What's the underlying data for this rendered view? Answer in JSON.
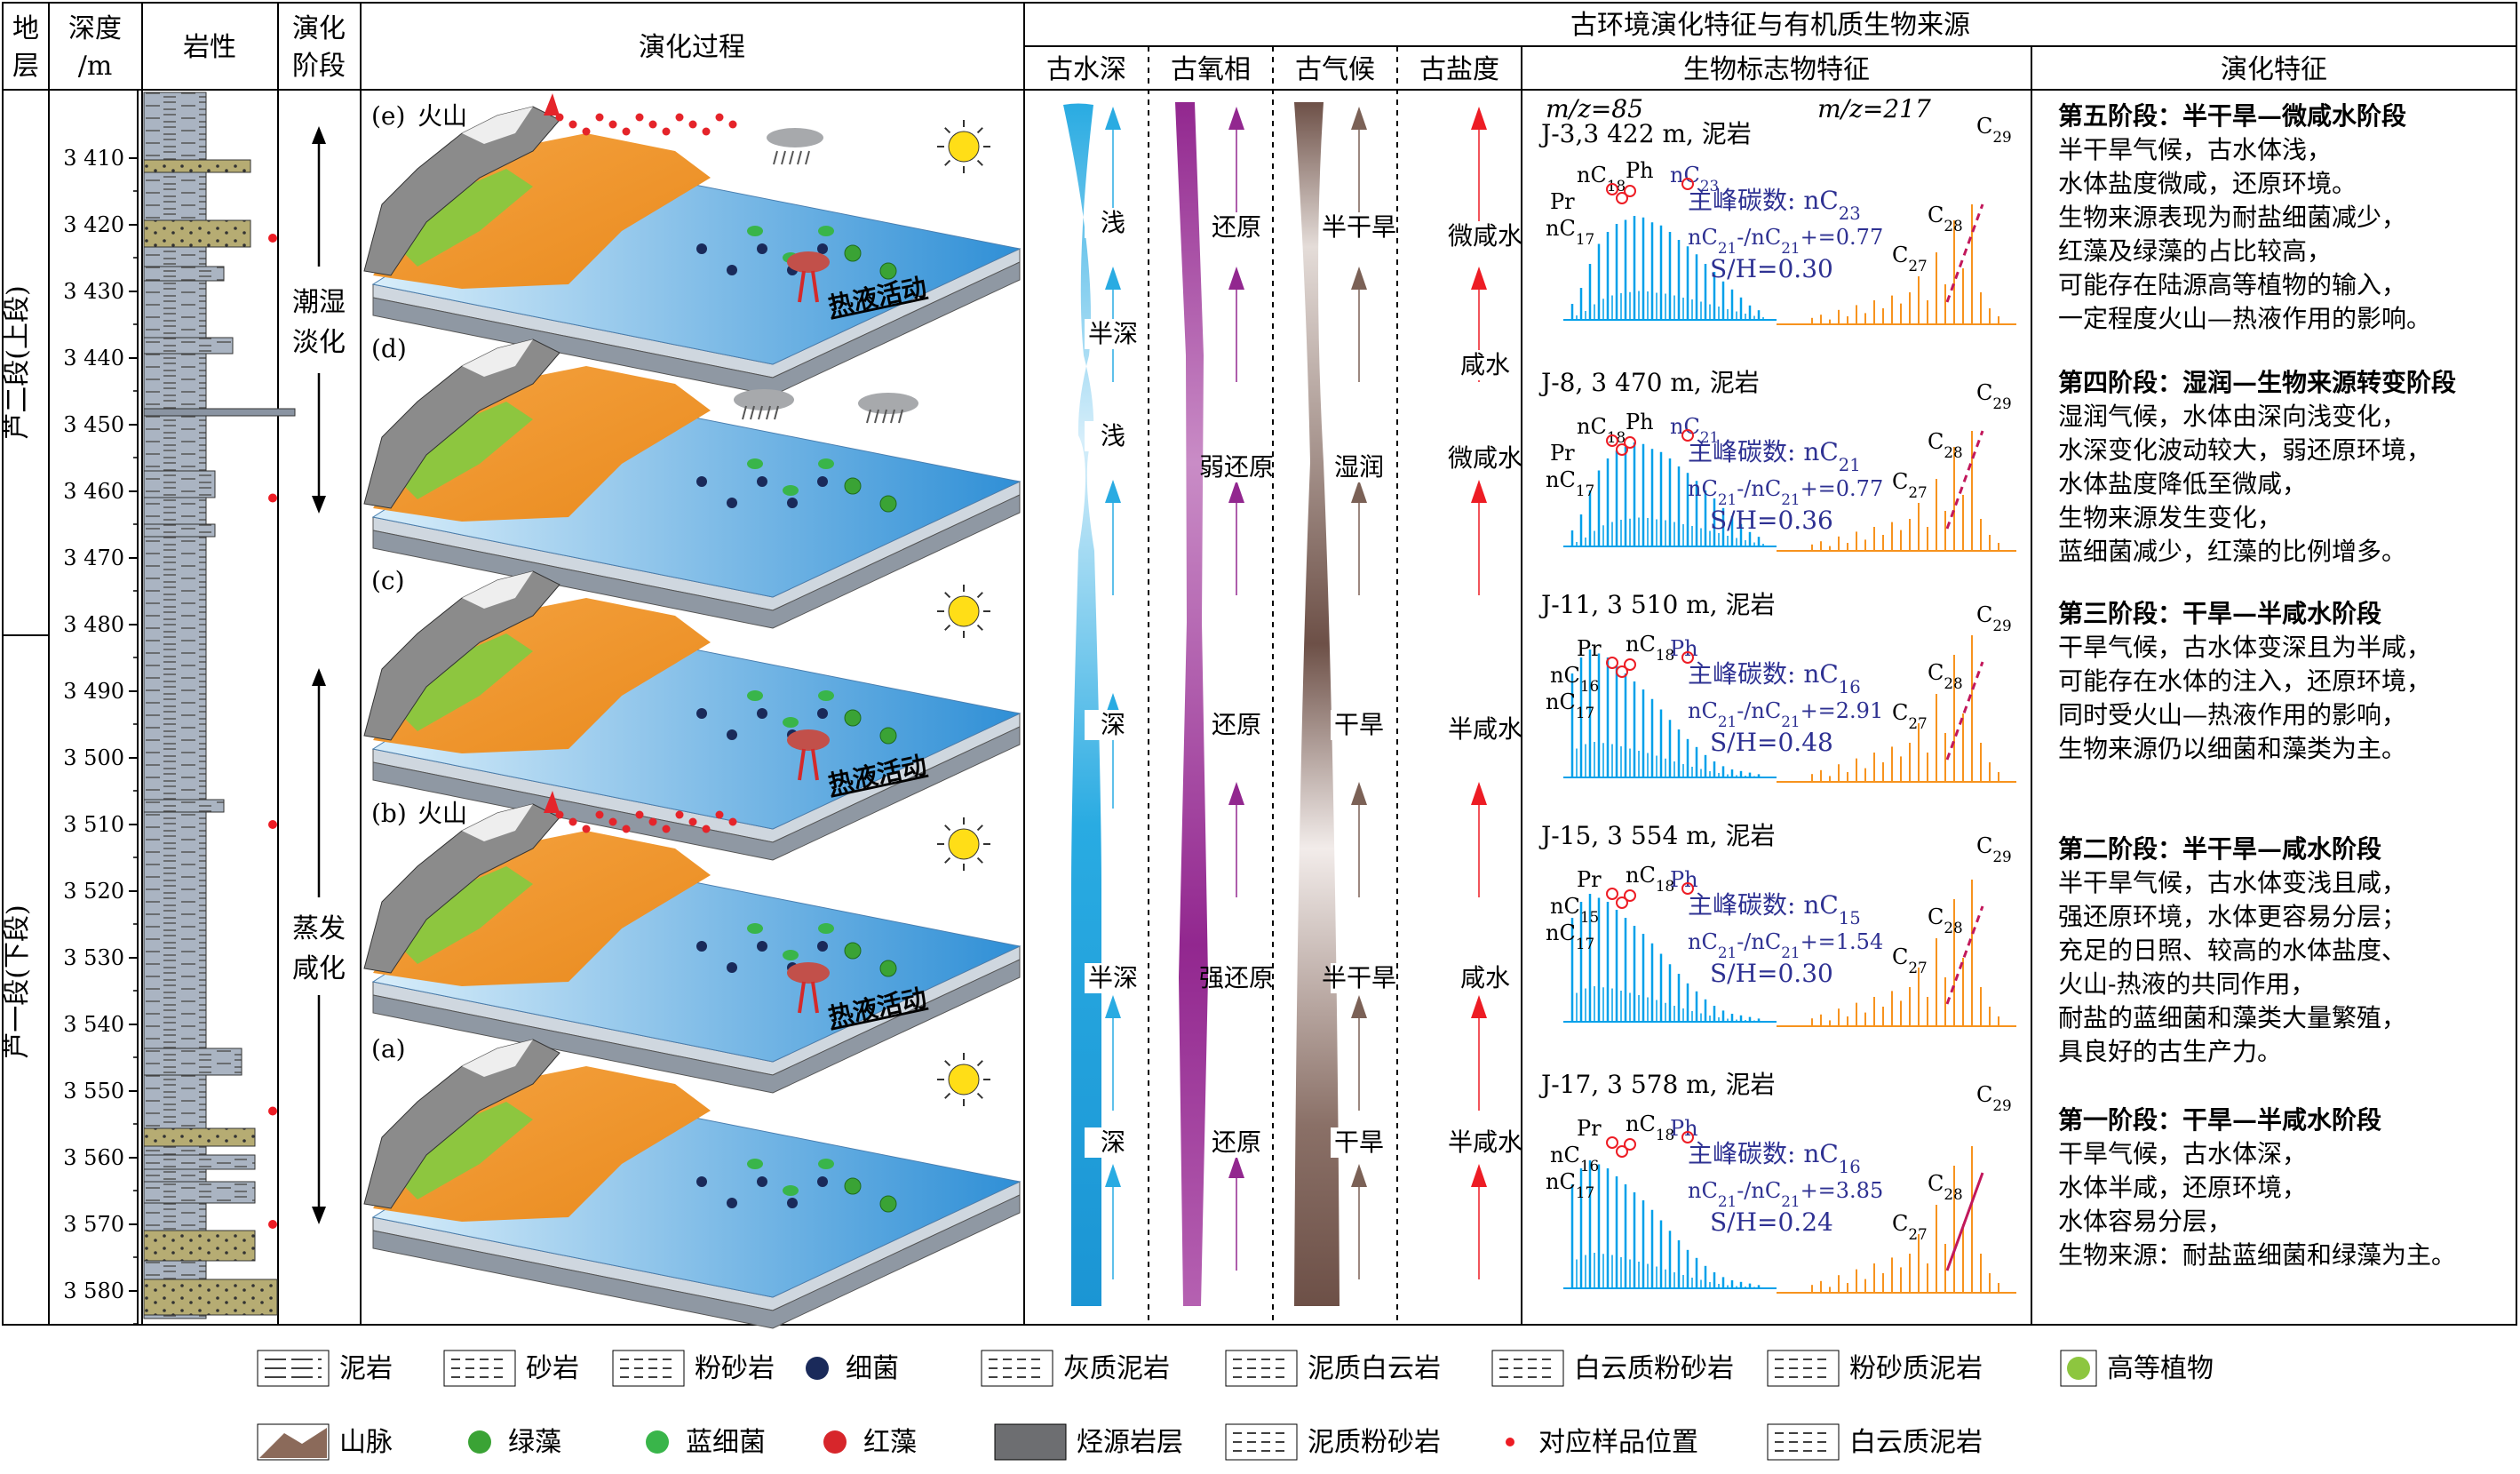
{
  "headers": {
    "stratum": [
      "地",
      "层"
    ],
    "depth": [
      "深度",
      "/m"
    ],
    "lithology": "岩性",
    "stage": [
      "演化",
      "阶段"
    ],
    "process": "演化过程",
    "group_title": "古环境演化特征与有机质生物来源",
    "water_depth": "古水深",
    "redox": "古氧相",
    "climate": "古气候",
    "salinity": "古盐度",
    "biomarker": "生物标志物特征",
    "evolution": "演化特征"
  },
  "strata": {
    "upper": "芦二段(上段)",
    "lower": "芦一段(下段)"
  },
  "depth_ticks": [
    "3 410",
    "3 420",
    "3 430",
    "3 440",
    "3 450",
    "3 460",
    "3 470",
    "3 480",
    "3 490",
    "3 500",
    "3 510",
    "3 520",
    "3 530",
    "3 540",
    "3 550",
    "3 560",
    "3 570",
    "3 580"
  ],
  "sample_depths": [
    3422,
    3461,
    3510,
    3553,
    3570
  ],
  "stage_labels": {
    "upper": [
      "潮湿",
      "淡化"
    ],
    "lower": [
      "蒸发",
      "咸化"
    ]
  },
  "panels": [
    {
      "id": "(e)",
      "volcano": "火山",
      "hydro": "热液活动"
    },
    {
      "id": "(d)",
      "volcano": "",
      "hydro": ""
    },
    {
      "id": "(c)",
      "volcano": "",
      "hydro": "热液活动"
    },
    {
      "id": "(b)",
      "volcano": "火山",
      "hydro": "热液活动"
    },
    {
      "id": "(a)",
      "volcano": "",
      "hydro": ""
    }
  ],
  "water_depth_labels": [
    "浅",
    "半深",
    "浅",
    "深",
    "半深",
    "深"
  ],
  "redox_labels": [
    "还原",
    "弱还原",
    "还原",
    "强还原",
    "还原"
  ],
  "climate_labels": [
    "半干旱",
    "湿润",
    "干旱",
    "半干旱",
    "干旱"
  ],
  "salinity_labels": [
    "微咸水",
    "咸水",
    "微咸水",
    "半咸水",
    "咸水",
    "半咸水"
  ],
  "mz": {
    "left": "m/z=85",
    "right": "m/z=217"
  },
  "biomarkers": [
    {
      "sample": "J-3,3 422 m, 泥岩",
      "pk_a": "Pr",
      "pk_b": "nC18",
      "pk_c": "Ph",
      "pk_d": "nC17",
      "pk_e": "nC23",
      "main": "主峰碳数: nC23",
      "ratio": "nC21-/nC21+=0.77",
      "sh": "S/H=0.30",
      "c27": "C27",
      "c28": "C28",
      "c29": "C29"
    },
    {
      "sample": "J-8, 3 470 m, 泥岩",
      "pk_a": "Pr",
      "pk_b": "nC18",
      "pk_c": "Ph",
      "pk_d": "nC17",
      "pk_e": "nC21",
      "main": "主峰碳数: nC21",
      "ratio": "nC21-/nC21+=0.77",
      "sh": "S/H=0.36",
      "c27": "C27",
      "c28": "C28",
      "c29": "C29"
    },
    {
      "sample": "J-11, 3 510 m, 泥岩",
      "pk_a": "nC16",
      "pk_b": "Pr",
      "pk_c": "nC18",
      "pk_d": "nC17",
      "pk_e": "Ph",
      "main": "主峰碳数: nC16",
      "ratio": "nC21-/nC21+=2.91",
      "sh": "S/H=0.48",
      "c27": "C27",
      "c28": "C28",
      "c29": "C29"
    },
    {
      "sample": "J-15, 3 554 m, 泥岩",
      "pk_a": "nC15",
      "pk_b": "Pr",
      "pk_c": "nC18",
      "pk_d": "nC17",
      "pk_e": "Ph",
      "main": "主峰碳数: nC15",
      "ratio": "nC21-/nC21+=1.54",
      "sh": "S/H=0.30",
      "c27": "C27",
      "c28": "C28",
      "c29": "C29"
    },
    {
      "sample": "J-17, 3 578 m, 泥岩",
      "pk_a": "nC16",
      "pk_b": "Pr",
      "pk_c": "nC18",
      "pk_d": "nC17",
      "pk_e": "Ph",
      "main": "主峰碳数: nC16",
      "ratio": "nC21-/nC21+=3.85",
      "sh": "S/H=0.24",
      "c27": "C27",
      "c28": "C28",
      "c29": "C29"
    }
  ],
  "evolution": [
    {
      "title": "第五阶段：半干旱—微咸水阶段",
      "lines": [
        "半干旱气候，古水体浅，",
        "水体盐度微咸，还原环境。",
        "生物来源表现为耐盐细菌减少，",
        "红藻及绿藻的占比较高，",
        "可能存在陆源高等植物的输入，",
        "一定程度火山—热液作用的影响。"
      ]
    },
    {
      "title": "第四阶段：湿润—生物来源转变阶段",
      "lines": [
        "湿润气候，水体由深向浅变化，",
        "水深变化波动较大，弱还原环境，",
        "水体盐度降低至微咸，",
        "生物来源发生变化，",
        "蓝细菌减少，红藻的比例增多。"
      ]
    },
    {
      "title": "第三阶段：干旱—半咸水阶段",
      "lines": [
        "干旱气候，古水体变深且为半咸，",
        "可能存在水体的注入，还原环境，",
        "同时受火山—热液作用的影响，",
        "生物来源仍以细菌和藻类为主。"
      ]
    },
    {
      "title": "第二阶段：半干旱—咸水阶段",
      "lines": [
        "半干旱气候，古水体变浅且咸，",
        "强还原环境，水体更容易分层；",
        "充足的日照、较高的水体盐度、",
        "火山-热液的共同作用，",
        "耐盐的蓝细菌和藻类大量繁殖，",
        "具良好的古生产力。"
      ]
    },
    {
      "title": "第一阶段：干旱—半咸水阶段",
      "lines": [
        "干旱气候，古水体深，",
        "水体半咸，还原环境，",
        "水体容易分层，",
        "生物来源：耐盐蓝细菌和绿藻为主。"
      ]
    }
  ],
  "legend": [
    {
      "key": "mudstone",
      "label": "泥岩"
    },
    {
      "key": "sandstone",
      "label": "砂岩"
    },
    {
      "key": "siltstone",
      "label": "粉砂岩"
    },
    {
      "key": "bacteria",
      "label": "细菌"
    },
    {
      "key": "calc_mud",
      "label": "灰质泥岩"
    },
    {
      "key": "mud_dolo",
      "label": "泥质白云岩"
    },
    {
      "key": "dolo_silt",
      "label": "白云质粉砂岩"
    },
    {
      "key": "silty_mud",
      "label": "粉砂质泥岩"
    },
    {
      "key": "plant",
      "label": "高等植物"
    },
    {
      "key": "mountain",
      "label": "山脉"
    },
    {
      "key": "green_algae",
      "label": "绿藻"
    },
    {
      "key": "cyano",
      "label": "蓝细菌"
    },
    {
      "key": "red_algae",
      "label": "红藻"
    },
    {
      "key": "source_rock",
      "label": "烃源岩层"
    },
    {
      "key": "mud_silt",
      "label": "泥质粉砂岩"
    },
    {
      "key": "sample",
      "label": "对应样品位置"
    },
    {
      "key": "dolo_mud",
      "label": "白云质泥岩"
    }
  ],
  "colors": {
    "water": "#29abe2",
    "redox": "#92278f",
    "climate": "#7b6156",
    "salinity": "#ed1c24",
    "spectrum_blue": "#00a0e9",
    "spectrum_orange": "#f7931e",
    "label_blue": "#2e3192"
  }
}
